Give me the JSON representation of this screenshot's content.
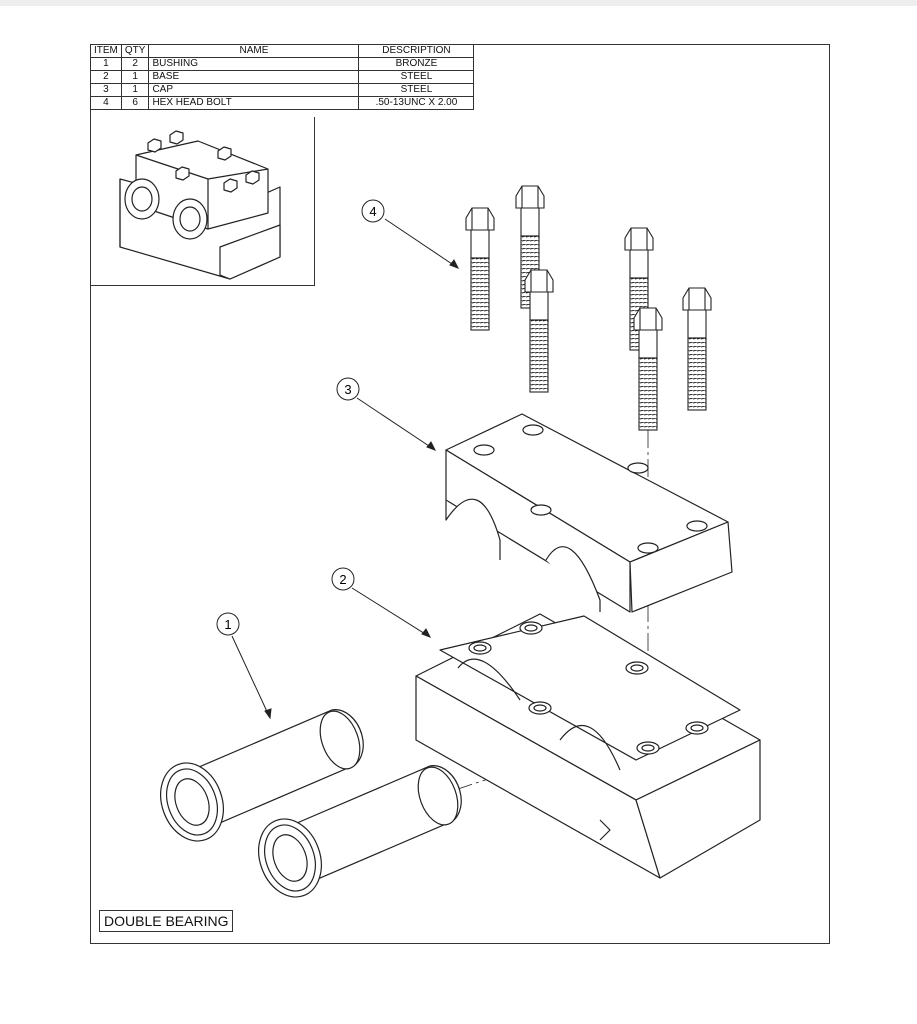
{
  "bom": {
    "headers": [
      "ITEM",
      "QTY",
      "NAME",
      "DESCRIPTION"
    ],
    "rows": [
      {
        "item": "1",
        "qty": "2",
        "name": "BUSHING",
        "description": "BRONZE"
      },
      {
        "item": "2",
        "qty": "1",
        "name": "BASE",
        "description": "STEEL"
      },
      {
        "item": "3",
        "qty": "1",
        "name": "CAP",
        "description": "STEEL"
      },
      {
        "item": "4",
        "qty": "6",
        "name": "HEX HEAD BOLT",
        "description": ".50-13UNC X 2.00"
      }
    ]
  },
  "callouts": [
    "1",
    "2",
    "3",
    "4"
  ],
  "title": "DOUBLE BEARING"
}
